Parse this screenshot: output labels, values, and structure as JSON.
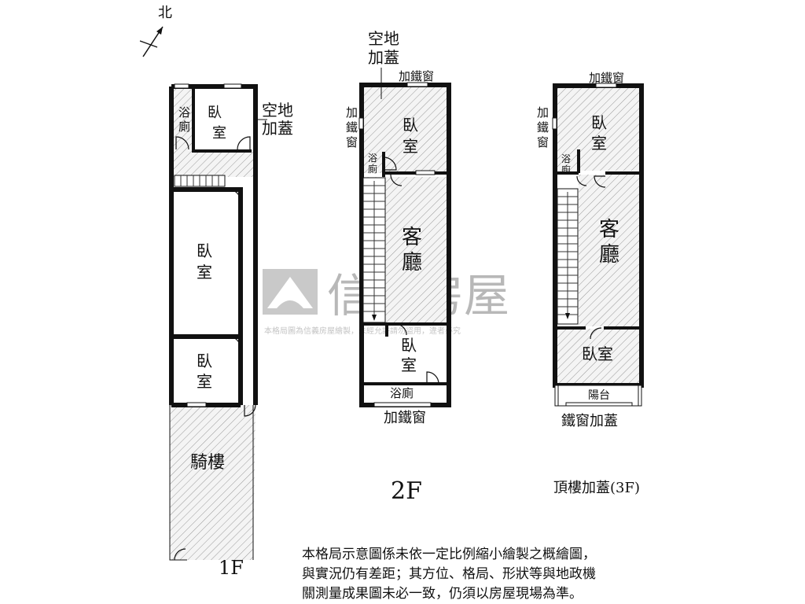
{
  "north_label": "北",
  "watermark": {
    "brand": "信義房屋",
    "notice": "本格局圖為信義房屋繪製，未經允許請勿盜用，違者必究"
  },
  "floor1": {
    "level": "1F",
    "rooms": {
      "bath": "浴廁",
      "bedroom_top": "臥室",
      "bedroom_mid": "臥室",
      "bedroom_low": "臥室",
      "arcade": "騎樓"
    },
    "annotation": "空地加蓋"
  },
  "floor2": {
    "level": "2F",
    "top_annotation": "空地加蓋",
    "window_top": "加鐵窗",
    "window_left": "加鐵窗",
    "window_bottom": "加鐵窗",
    "rooms": {
      "bedroom_top": "臥室",
      "bath_small": "浴廁",
      "living": "客廳",
      "bedroom_low": "臥室",
      "bath_low": "浴廁"
    }
  },
  "floor3": {
    "level": "頂樓加蓋(3F)",
    "window_top": "加鐵窗",
    "window_left": "加鐵窗",
    "bottom_annotation": "鐵窗加蓋",
    "rooms": {
      "bedroom_top": "臥室",
      "bath": "浴廁",
      "living": "客廳",
      "bedroom_low": "臥室",
      "balcony": "陽台"
    }
  },
  "disclaimer": [
    "本格局示意圖係未依一定比例縮小繪製之概繪圖，",
    "與實況仍有差距；其方位、格局、形狀等與地政機",
    "關測量成果圖未必一致，仍須以房屋現場為準。"
  ]
}
